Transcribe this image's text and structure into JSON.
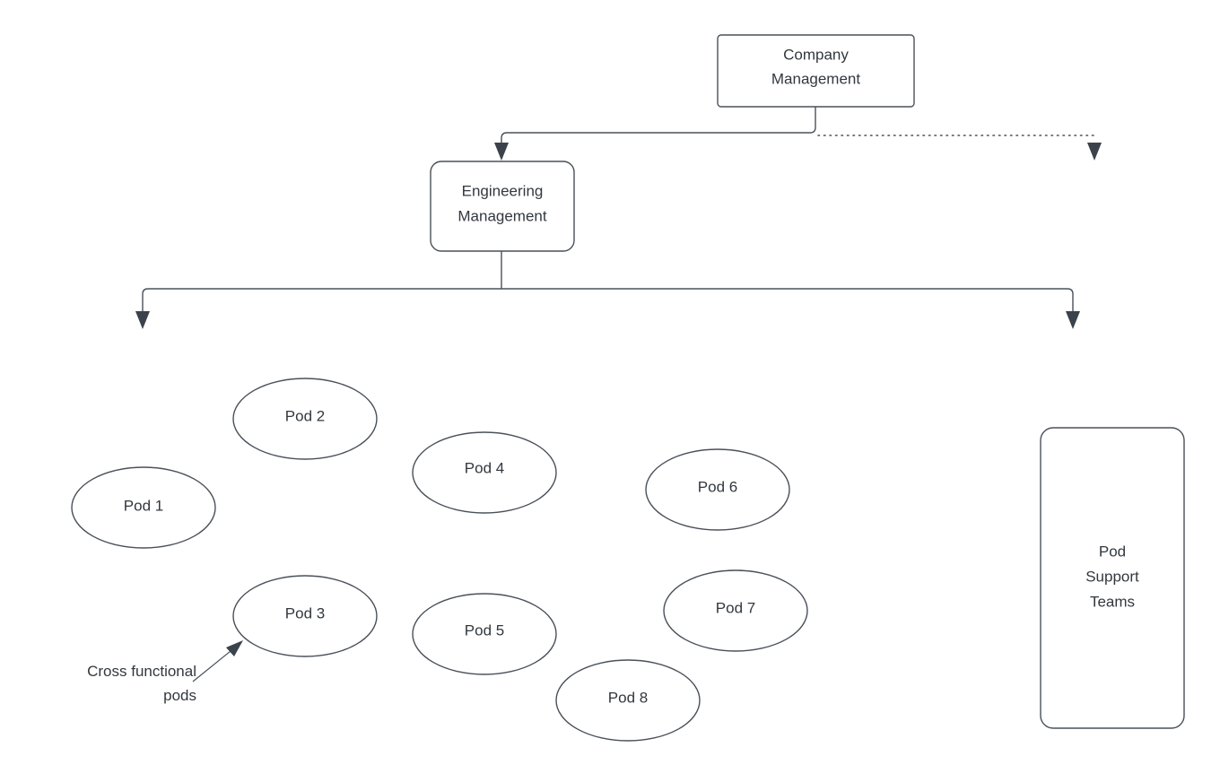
{
  "diagram": {
    "title_nodes": {
      "company_management": "Company\nManagement",
      "company_management_line1": "Company",
      "company_management_line2": "Management",
      "engineering_management_line1": "Engineering",
      "engineering_management_line2": "Management",
      "pod_support_teams_line1": "Pod",
      "pod_support_teams_line2": "Support",
      "pod_support_teams_line3": "Teams"
    },
    "pods": [
      {
        "id": "pod-1",
        "label": "Pod 1"
      },
      {
        "id": "pod-2",
        "label": "Pod 2"
      },
      {
        "id": "pod-3",
        "label": "Pod 3"
      },
      {
        "id": "pod-4",
        "label": "Pod 4"
      },
      {
        "id": "pod-5",
        "label": "Pod 5"
      },
      {
        "id": "pod-6",
        "label": "Pod 6"
      },
      {
        "id": "pod-7",
        "label": "Pod 7"
      },
      {
        "id": "pod-8",
        "label": "Pod 8"
      }
    ],
    "annotations": {
      "cross_functional_line1": "Cross functional",
      "cross_functional_line2": "pods"
    },
    "colors": {
      "stroke": "#4a5059",
      "text": "#32383f",
      "background": "#ffffff",
      "arrow_fill": "#3b424b"
    }
  }
}
